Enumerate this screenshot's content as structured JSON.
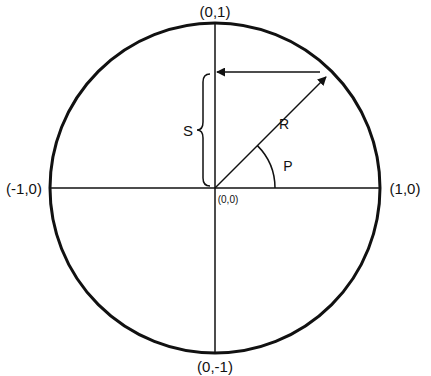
{
  "diagram": {
    "labels": [
      "(0,1)",
      "(-1,0)",
      "(0,0)",
      "(1,0)",
      "(0,-1)",
      "R",
      "S",
      "P"
    ]
  }
}
